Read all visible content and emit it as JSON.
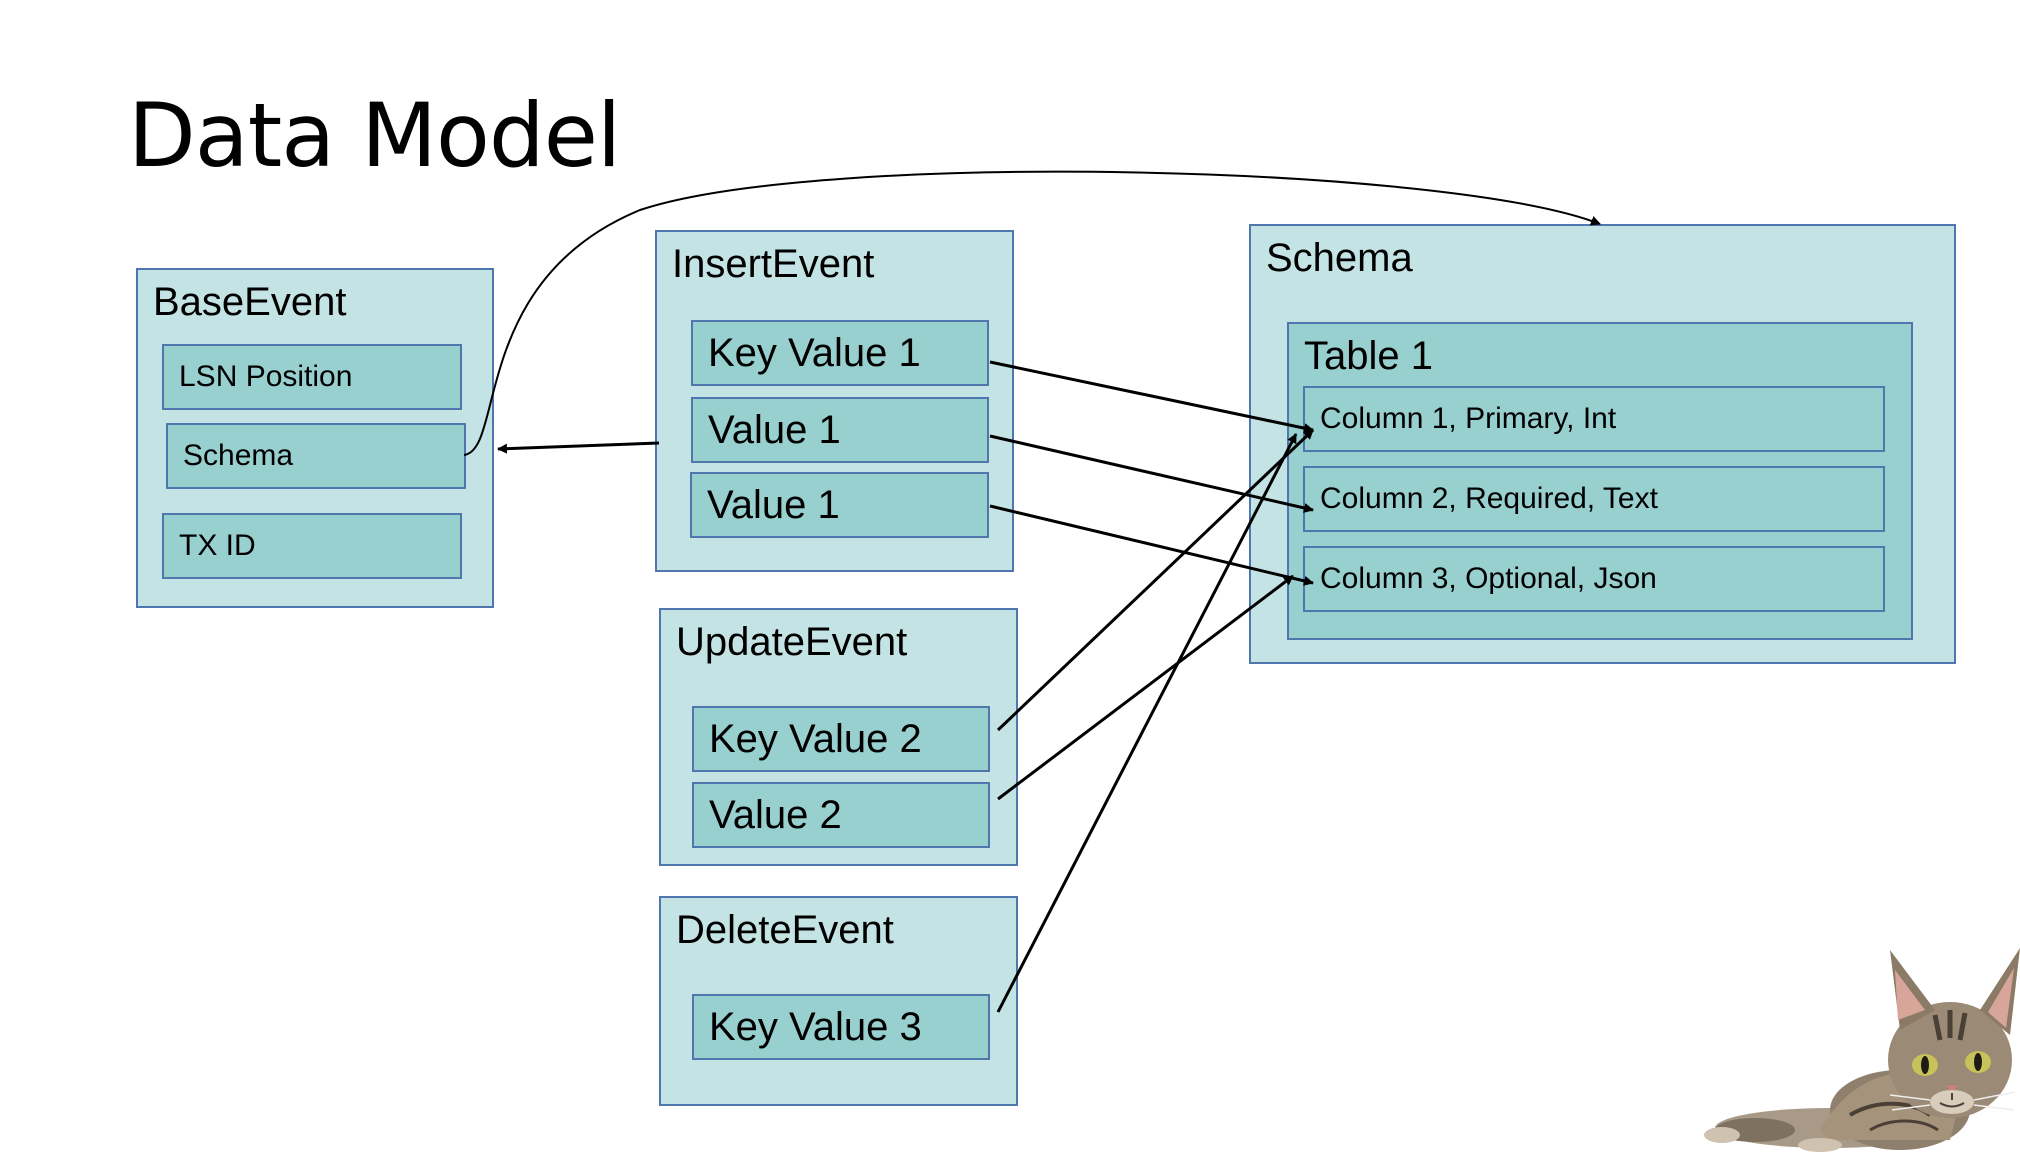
{
  "title": "Data Model",
  "base_event": {
    "title": "BaseEvent",
    "fields": [
      "LSN Position",
      "Schema",
      "TX ID"
    ]
  },
  "insert_event": {
    "title": "InsertEvent",
    "fields": [
      "Key Value 1",
      "Value 1",
      "Value 1"
    ]
  },
  "update_event": {
    "title": "UpdateEvent",
    "fields": [
      "Key Value 2",
      "Value 2"
    ]
  },
  "delete_event": {
    "title": "DeleteEvent",
    "fields": [
      "Key Value 3"
    ]
  },
  "schema": {
    "title": "Schema",
    "table": {
      "title": "Table 1",
      "columns": [
        "Column 1, Primary, Int",
        "Column 2, Required, Text",
        "Column 3, Optional, Json"
      ]
    }
  },
  "colors": {
    "box_fill": "#c4e3e4",
    "field_fill": "#98cfcf",
    "border": "#4f76ad",
    "arrow": "#000000"
  },
  "icons": {
    "mascot": "cat-illustration"
  }
}
